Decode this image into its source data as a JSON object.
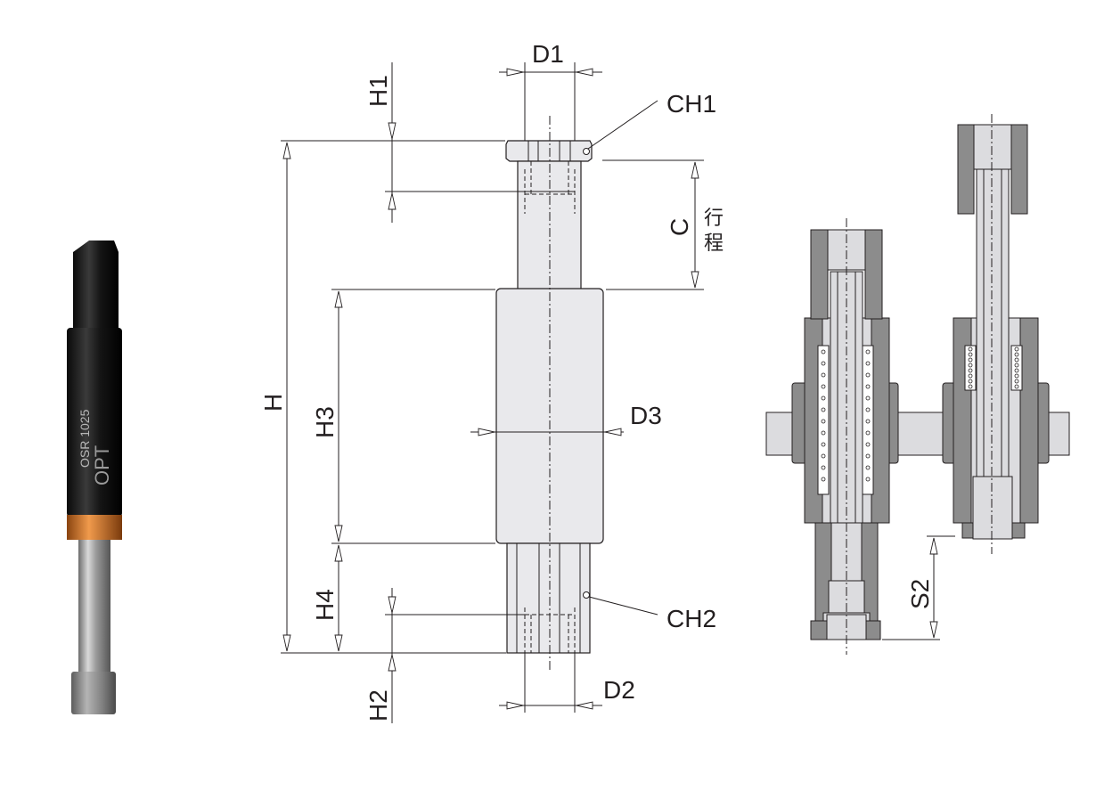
{
  "product": {
    "brand_mark": "OPT",
    "model_text": "OSR 1025"
  },
  "dimensions": {
    "d1": "D1",
    "d2": "D2",
    "d3": "D3",
    "h": "H",
    "h1": "H1",
    "h2": "H2",
    "h3": "H3",
    "h4": "H4",
    "c": "C",
    "stroke_line1": "行",
    "stroke_line2": "程",
    "ch1": "CH1",
    "ch2": "CH2",
    "s2": "S2"
  },
  "colors": {
    "body_fill": "#e9e9ec",
    "section_dark": "#8c8c8c",
    "orange_ring": "#d9772c",
    "line": "#231f20"
  }
}
